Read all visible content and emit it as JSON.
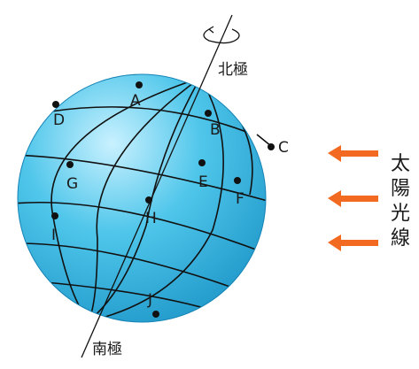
{
  "poles": {
    "north": "北極",
    "south": "南極"
  },
  "sunlight_label": [
    "太",
    "陽",
    "光",
    "線"
  ],
  "points": {
    "A": "A",
    "B": "B",
    "C": "C",
    "D": "D",
    "E": "E",
    "F": "F",
    "G": "G",
    "H": "H",
    "I": "I",
    "J": "J"
  },
  "colors": {
    "globe_light": "#c9f1ff",
    "globe_mid": "#4fc6ea",
    "globe_dark": "#1f97c9",
    "arrow": "#f26a21",
    "line": "#111111"
  }
}
